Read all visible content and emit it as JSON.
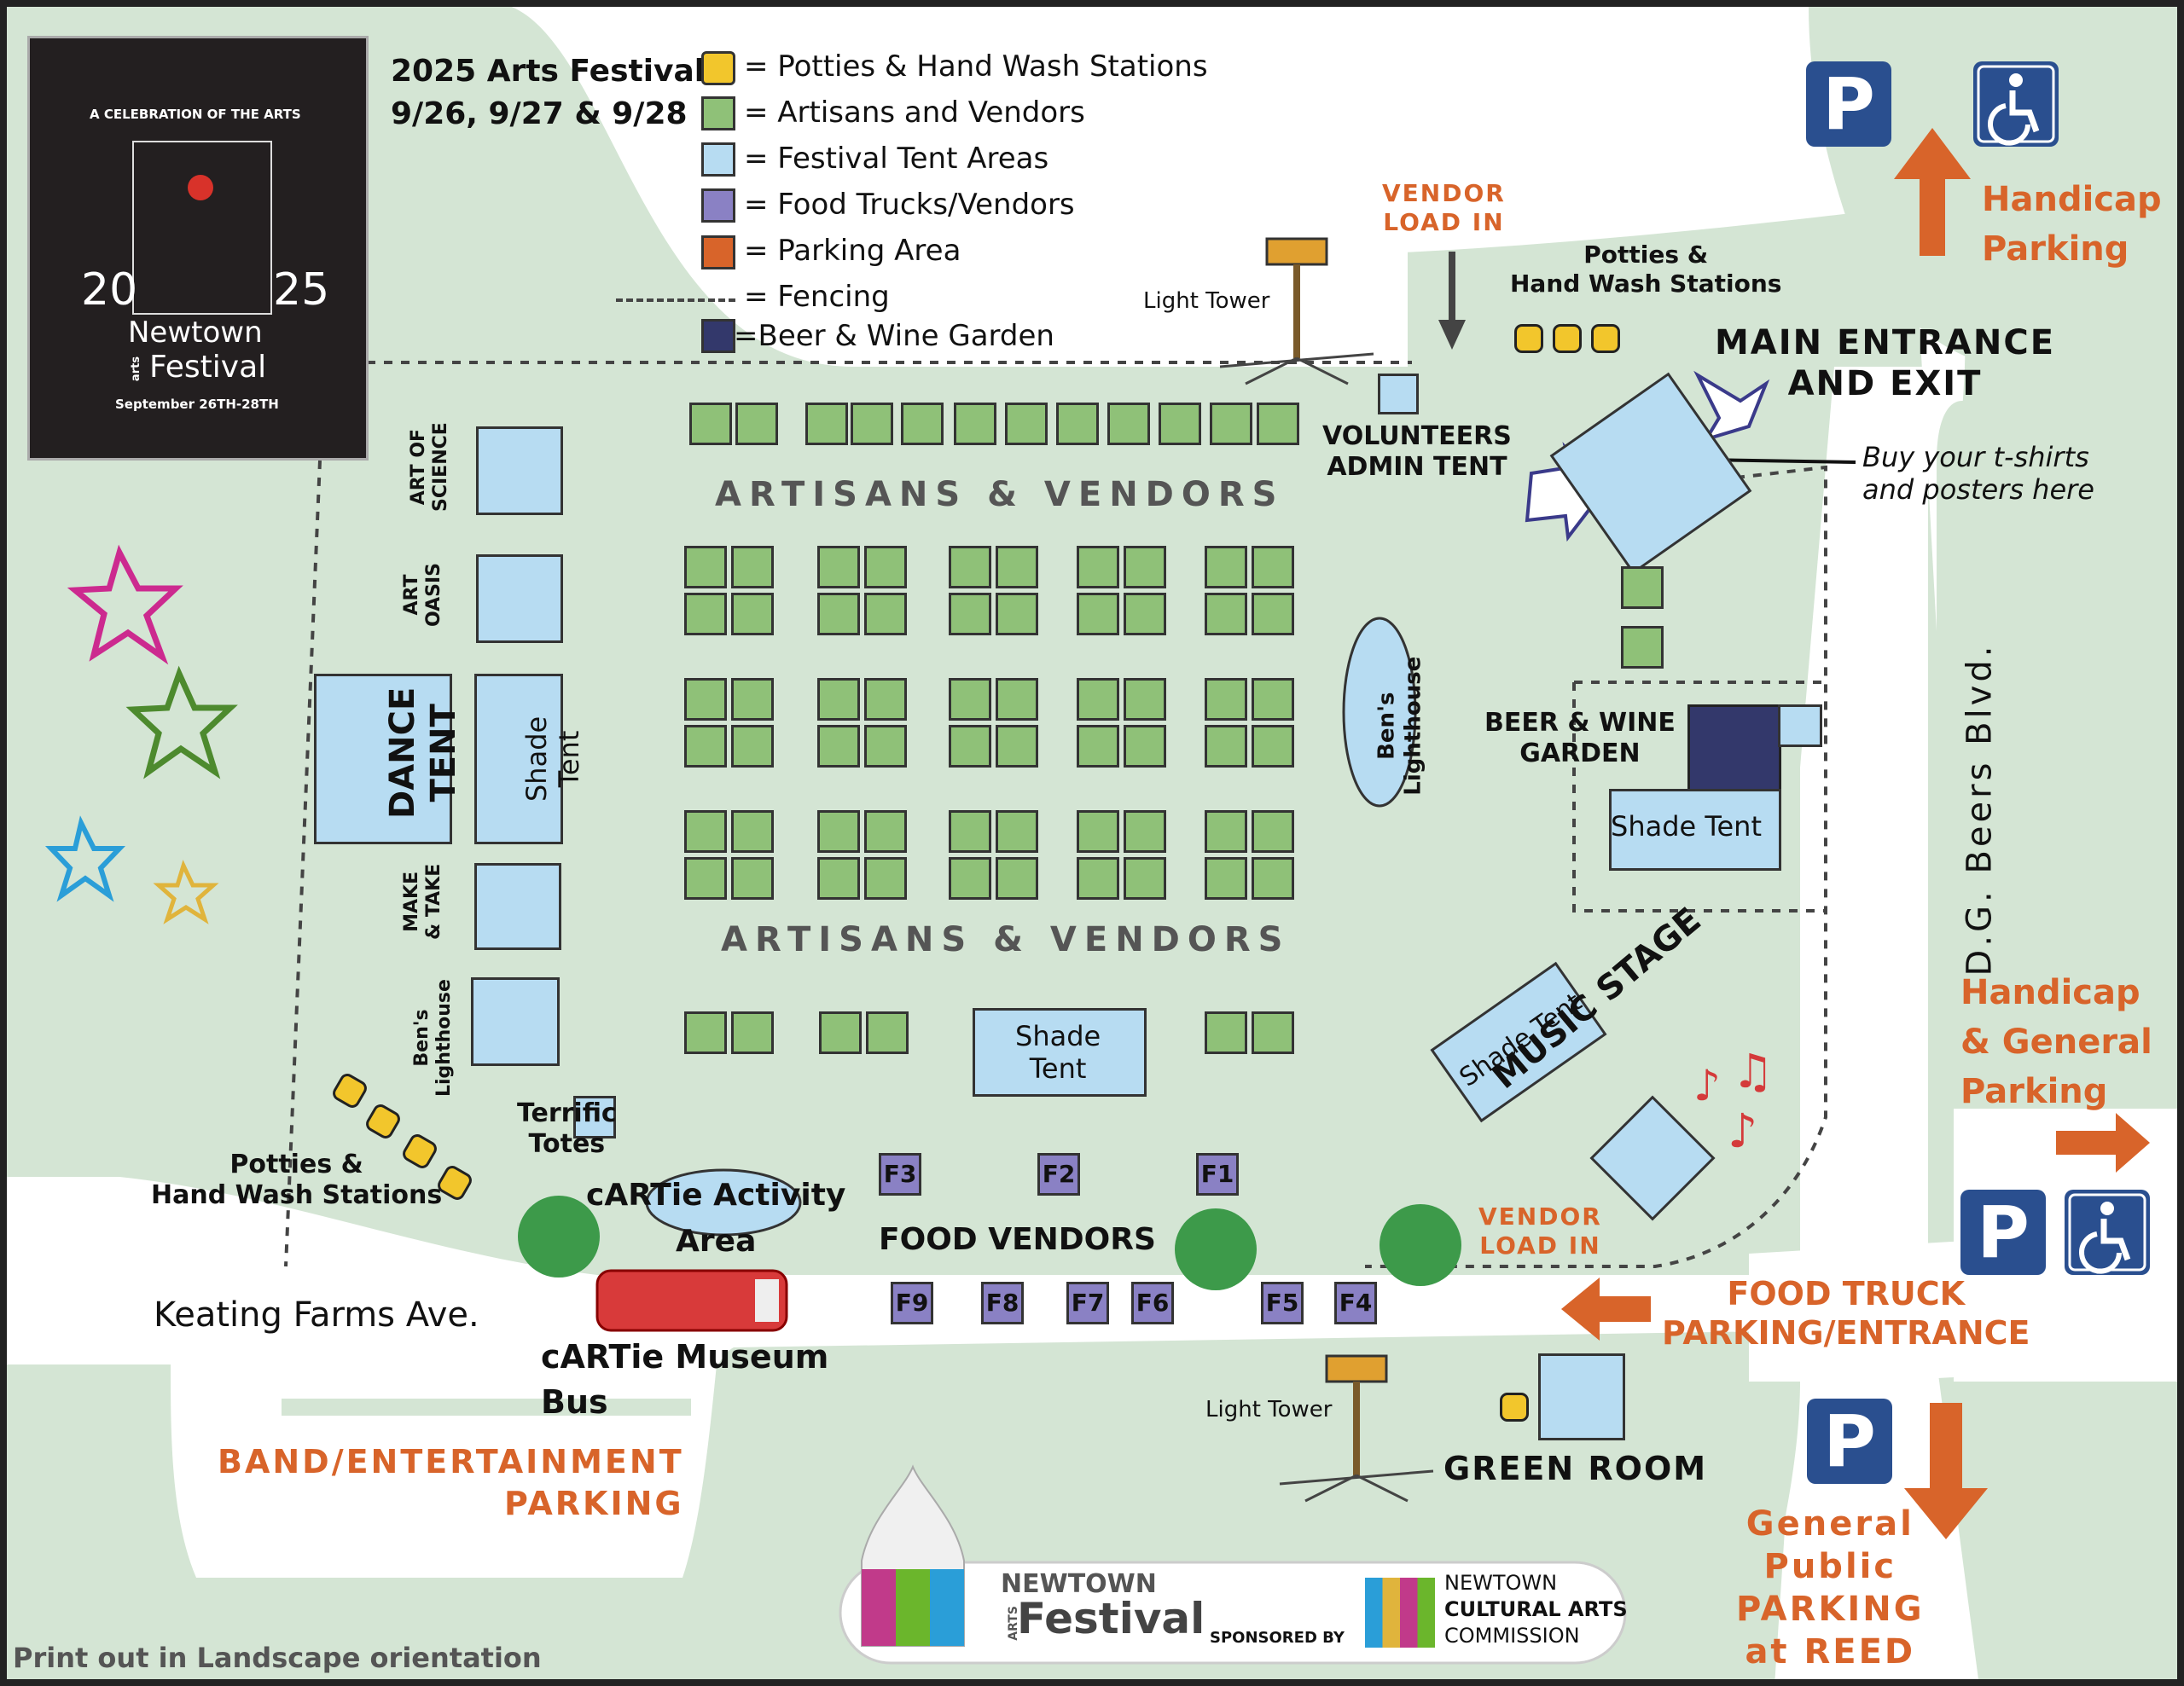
{
  "festival": {
    "title": "2025 Arts Festival",
    "dates": "9/26, 9/27 & 9/28",
    "logo_text": {
      "arc": "A CELEBRATION OF THE ARTS",
      "year_left": "20",
      "year_right": "25",
      "name1": "Newtown",
      "name2": "Festival",
      "arts": "arts",
      "dates": "September 26TH-28TH"
    }
  },
  "legend": [
    {
      "label": "= Potties & Hand Wash Stations",
      "color": "#f2c62c"
    },
    {
      "label": "= Artisans and Vendors",
      "color": "#8fc178"
    },
    {
      "label": "= Festival Tent Areas",
      "color": "#b7dcf2"
    },
    {
      "label": "= Food Trucks/Vendors",
      "color": "#8a81c4"
    },
    {
      "label": "= Parking Area",
      "color": "#d8642a"
    },
    {
      "label": "= Fencing",
      "color": ""
    },
    {
      "label": "=Beer & Wine Garden",
      "color": "#33386b"
    }
  ],
  "labels": {
    "vendor_load_in_top": "VENDOR\nLOAD IN",
    "vendor_load_in_bottom": "VENDOR\nLOAD IN",
    "light_tower_top": "Light Tower",
    "light_tower_bottom": "Light Tower",
    "potties_top": "Potties &\nHand Wash Stations",
    "potties_left": "Potties &\nHand Wash Stations",
    "main_entrance": "MAIN ENTRANCE\nAND EXIT",
    "tshirts": "Buy your t-shirts\nand posters here",
    "volunteers": "VOLUNTEERS\nADMIN TENT",
    "artisans_top": "ARTISANS & VENDORS",
    "artisans_bottom": "ARTISANS & VENDORS",
    "art_of_science": "ART OF\nSCIENCE",
    "art_oasis": "ART\nOASIS",
    "dance_tent": "DANCE\nTENT",
    "shade_tent_left": "Shade\nTent",
    "make_take": "MAKE\n& TAKE",
    "bens_lighthouse_left": "Ben's\nLighthouse",
    "bens_lighthouse_center": "Ben's\nLighthouse",
    "terrific_totes": "Terrific\nTotes",
    "cartie_activity": "cARTie Activity\nArea",
    "food_vendors": "FOOD VENDORS",
    "shade_tent_center": "Shade\nTent",
    "beer_wine": "BEER & WINE\nGARDEN",
    "shade_tent_beer": "Shade Tent",
    "shade_tent_stage": "Shade Tent",
    "music_stage": "MUSIC STAGE",
    "dg_beers": "D.G. Beers Blvd.",
    "keating": "Keating Farms Ave.",
    "cartie_bus": "cARTie Museum\nBus",
    "band_parking": "BAND/ENTERTAINMENT\nPARKING",
    "green_room": "GREEN ROOM",
    "handicap_parking": "Handicap\nParking",
    "handicap_general": "Handicap\n& General\nParking",
    "food_truck": "FOOD TRUCK\nPARKING/ENTRANCE",
    "general_public": "General\nPublic\nPARKING\nat REED",
    "print_note": "Print out in Landscape orientation"
  },
  "food_trucks": [
    "F1",
    "F2",
    "F3",
    "F4",
    "F5",
    "F6",
    "F7",
    "F8",
    "F9"
  ],
  "parking_sign": "P",
  "footer": {
    "nfa_line1": "NEWTOWN",
    "nfa_line2": "ARTS",
    "nfa_line3": "Festival",
    "sponsored_by": "SPONSORED BY",
    "ncac_line1": "NEWTOWN",
    "ncac_line2": "CULTURAL ARTS",
    "ncac_line3": "COMMISSION"
  }
}
